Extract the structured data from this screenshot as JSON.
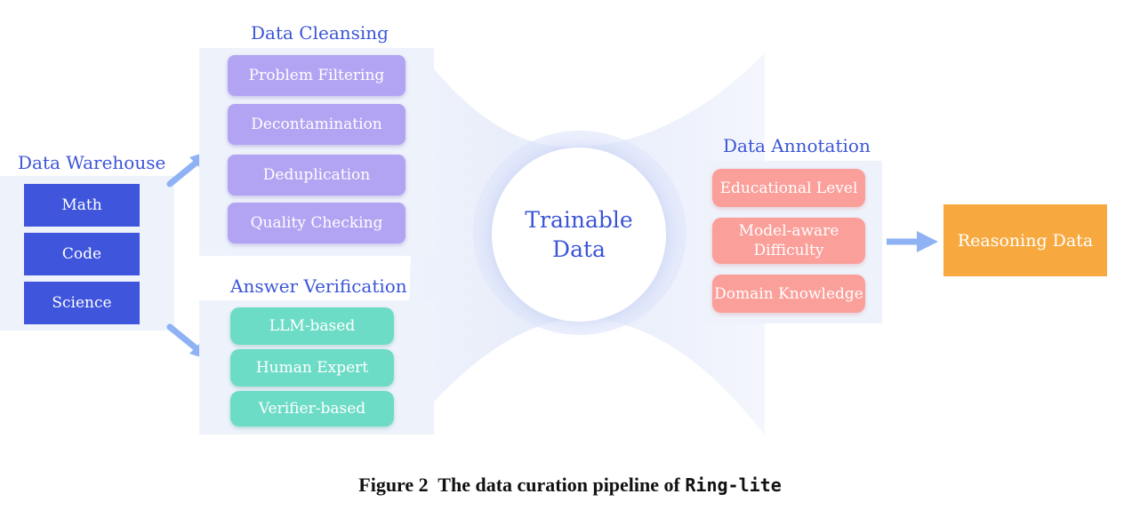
{
  "warehouse": {
    "title": "Data Warehouse",
    "items": [
      "Math",
      "Code",
      "Science"
    ]
  },
  "cleansing": {
    "title": "Data Cleansing",
    "items": [
      "Problem Filtering",
      "Decontamination",
      "Deduplication",
      "Quality Checking"
    ]
  },
  "verification": {
    "title": "Answer Verification",
    "items": [
      "LLM-based",
      "Human Expert",
      "Verifier-based"
    ]
  },
  "center": {
    "line1": "Trainable",
    "line2": "Data"
  },
  "annotation": {
    "title": "Data Annotation",
    "items": [
      "Educational Level",
      "Model-aware\nDifficulty",
      "Domain Knowledge"
    ]
  },
  "output": {
    "label": "Reasoning Data"
  },
  "caption": {
    "prefix": "Figure 2  The data curation pipeline of ",
    "code": "Ring-lite"
  },
  "colors": {
    "title": "#3b55d6",
    "warehouse": "#3f55db",
    "cleansing": "#b3a4f3",
    "verification": "#6ddcc7",
    "annotation": "#fb9f9a",
    "output": "#f7a940",
    "arrow": "#8fb2f4"
  }
}
